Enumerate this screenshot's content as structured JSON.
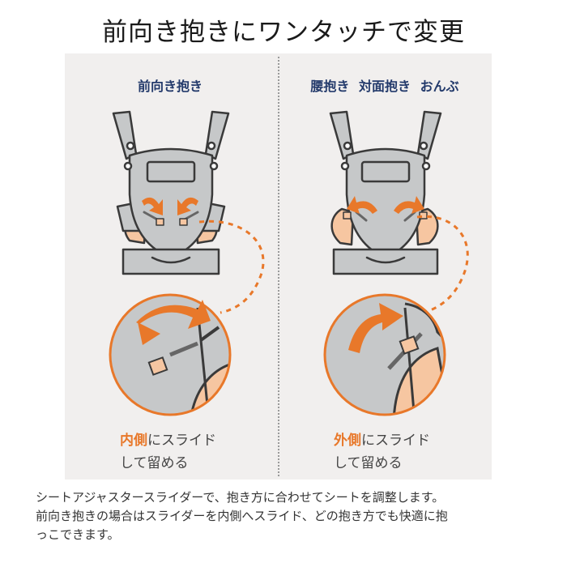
{
  "headline": "前向き抱きにワンタッチで変更",
  "left_panel": {
    "title": "前向き抱き",
    "caption_highlight": "内側",
    "caption_line1_rest": "にスライド",
    "caption_line2": "して留める"
  },
  "right_panel": {
    "title": "腰抱き 対面抱き おんぶ",
    "caption_highlight": "外側",
    "caption_line1_rest": "にスライド",
    "caption_line2": "して留める"
  },
  "description": {
    "line1": "シートアジャスタースライダーで、抱き方に合わせてシートを調整します。",
    "line2": "前向き抱きの場合はスライダーを内側へスライド、どの抱き方でも快適に抱",
    "line3": "っこできます。"
  },
  "colors": {
    "accent_orange": "#e8782a",
    "carrier_gray": "#c6c8c9",
    "outline": "#3a3a3a",
    "skin": "#f6c6a1",
    "title_navy": "#233a6b"
  }
}
